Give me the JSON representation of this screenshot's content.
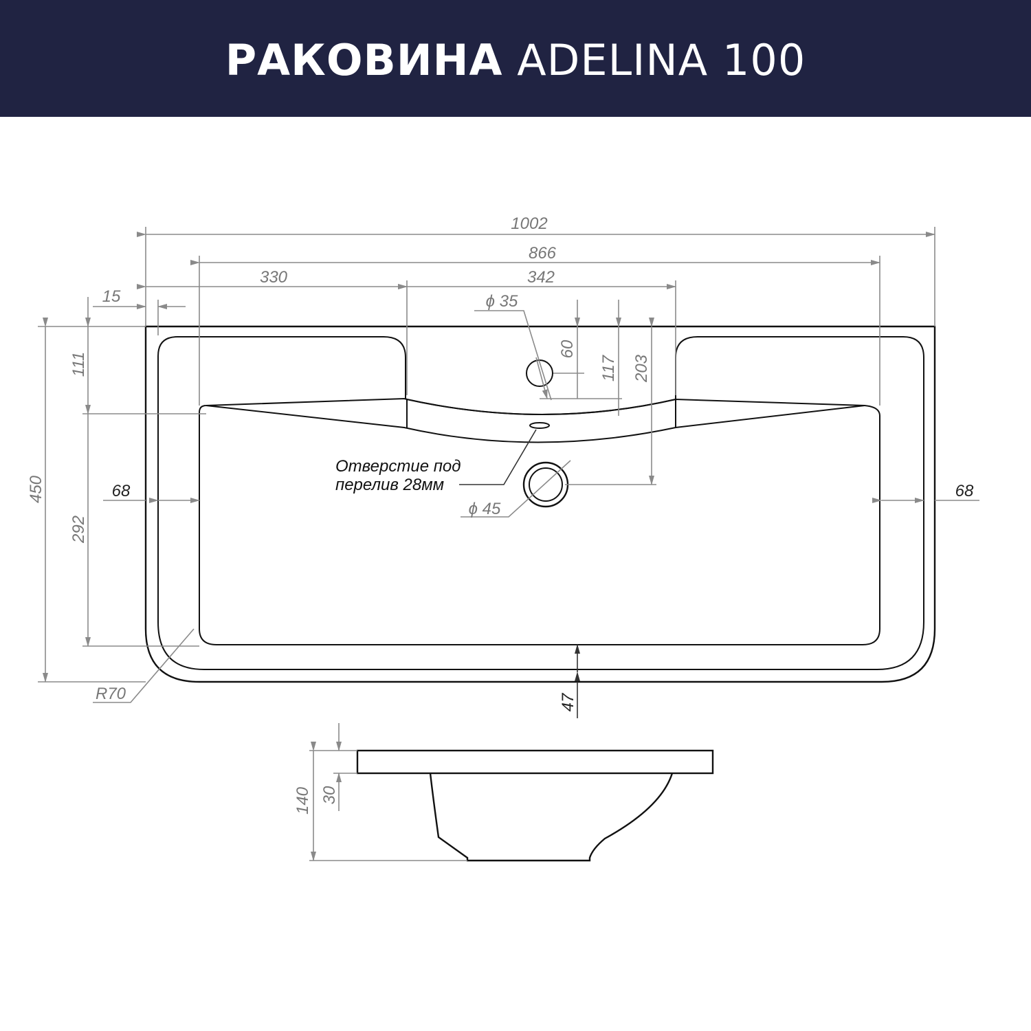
{
  "header": {
    "title_bold": "РАКОВИНА",
    "title_light": "ADELINA 100",
    "background_color": "#202342",
    "text_color": "#ffffff"
  },
  "dimensions": {
    "overall_width": "1002",
    "bowl_width": "866",
    "left_to_tap": "330",
    "tap_ledge": "342",
    "edge": "15",
    "tap_hole": "ϕ 35",
    "d60": "60",
    "d117": "117",
    "d203": "203",
    "d111": "111",
    "depth": "450",
    "d292": "292",
    "left_side": "68",
    "right_side": "68",
    "drain": "ϕ 45",
    "radius": "R70",
    "front": "47",
    "height": "140",
    "rim_height": "30"
  },
  "notes": {
    "overflow_line1": "Отверстие под",
    "overflow_line2": "перелив 28мм"
  }
}
